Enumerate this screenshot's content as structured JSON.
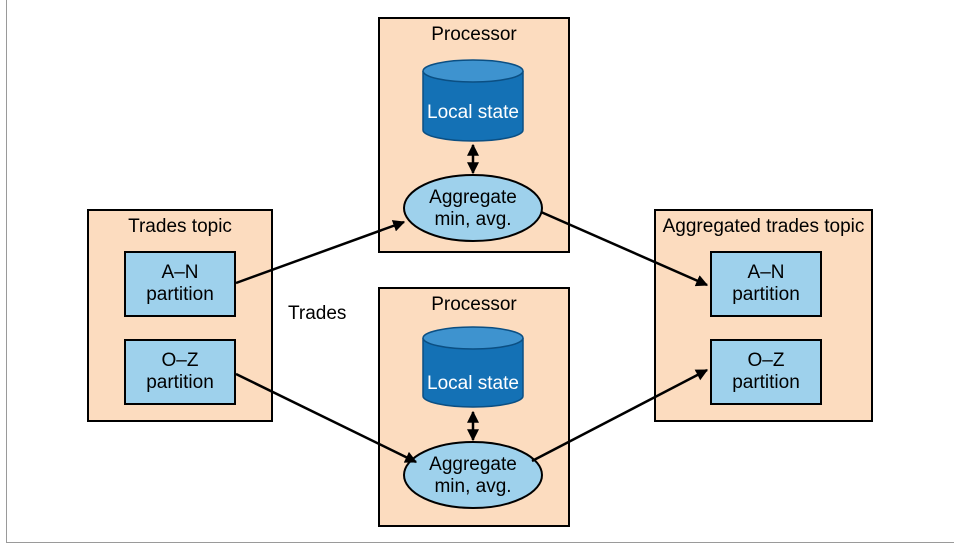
{
  "diagram": {
    "processor_top": {
      "title": "Processor",
      "state": "Local state",
      "agg_line1": "Aggregate",
      "agg_line2": "min, avg."
    },
    "processor_bottom": {
      "title": "Processor",
      "state": "Local state",
      "agg_line1": "Aggregate",
      "agg_line2": "min, avg."
    },
    "trades_topic": {
      "title": "Trades topic",
      "partitions": [
        {
          "name": "A–N",
          "label": "partition"
        },
        {
          "name": "O–Z",
          "label": "partition"
        }
      ]
    },
    "aggregated_topic": {
      "title": "Aggregated trades topic",
      "partitions": [
        {
          "name": "A–N",
          "label": "partition"
        },
        {
          "name": "O–Z",
          "label": "partition"
        }
      ]
    },
    "flow_label": "Trades"
  },
  "colors": {
    "panel_fill": "#fcdcbf",
    "partition_fill": "#9ed1ec",
    "cylinder_fill": "#1471b5",
    "cylinder_top": "#3e93cf",
    "ellipse_fill": "#9ed1ec"
  }
}
